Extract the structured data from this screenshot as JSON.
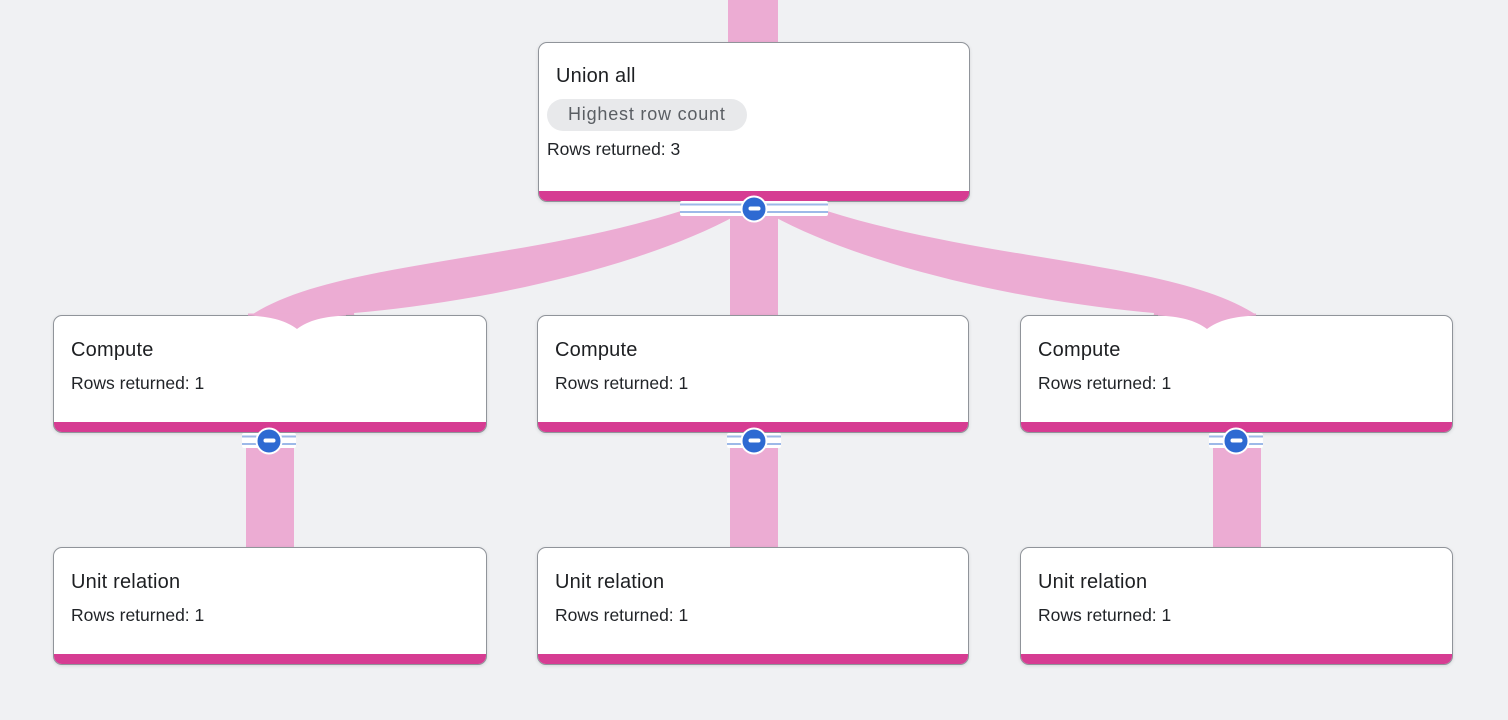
{
  "colors": {
    "canvas_bg": "#f0f1f3",
    "flow_pink": "#ecacd3",
    "node_bar_magenta": "#d63c92",
    "card_border": "#90949a",
    "collapse_blue": "#2e6ad2",
    "collapse_line_blue": "#9db9e8",
    "badge_bg": "#e8e9eb",
    "badge_text": "#5a5e63",
    "title_text": "#1d1f22",
    "body_text": "#212428"
  },
  "icons": {
    "collapse_minus": "minus-in-blue-circle"
  },
  "nodes": {
    "union_all": {
      "title": "Union all",
      "badge": "Highest row count",
      "rows": "Rows returned: 3"
    },
    "compute_left": {
      "title": "Compute",
      "rows": "Rows returned: 1"
    },
    "compute_mid": {
      "title": "Compute",
      "rows": "Rows returned: 1"
    },
    "compute_right": {
      "title": "Compute",
      "rows": "Rows returned: 1"
    },
    "unit_left": {
      "title": "Unit relation",
      "rows": "Rows returned: 1"
    },
    "unit_mid": {
      "title": "Unit relation",
      "rows": "Rows returned: 1"
    },
    "unit_right": {
      "title": "Unit relation",
      "rows": "Rows returned: 1"
    }
  },
  "edges": [
    {
      "into": "union_all"
    },
    {
      "from": "union_all",
      "to": "compute_left"
    },
    {
      "from": "union_all",
      "to": "compute_mid"
    },
    {
      "from": "union_all",
      "to": "compute_right"
    },
    {
      "from": "compute_left",
      "to": "unit_left"
    },
    {
      "from": "compute_mid",
      "to": "unit_mid"
    },
    {
      "from": "compute_right",
      "to": "unit_right"
    }
  ]
}
